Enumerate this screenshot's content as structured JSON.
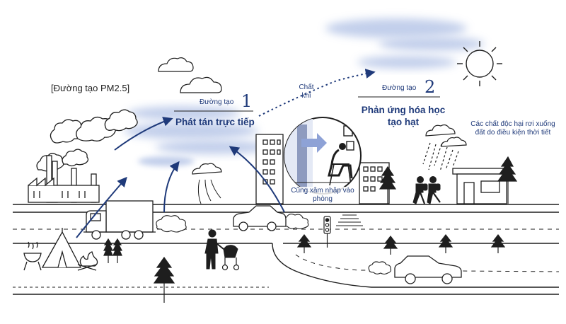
{
  "labels": {
    "bracket_title": "[Đường tạo PM2.5]",
    "route1_label": "Đường tạo",
    "route1_number": "1",
    "route1_title": "Phát tán trực tiếp",
    "route2_label": "Đường tạo",
    "route2_number": "2",
    "route2_title": "Phản ứng hóa học tạo hạt",
    "gas_label": "Chất khí",
    "indoor_label": "Cũng xâm nhập vào phòng",
    "deposit_label": "Các chất độc hại rơi xuống đất do điều kiện thời tiết"
  },
  "colors": {
    "navy": "#1f3a7a",
    "haze": "#b3c3e6",
    "line": "#1e1e1e"
  },
  "icons": [
    "sun-icon",
    "cloud-icon",
    "factory-icon",
    "truck-icon",
    "car-icon",
    "tent-icon",
    "campfire-icon",
    "grill-icon",
    "tree-icon",
    "traffic-light-icon",
    "person-with-stroller-icon",
    "woman-in-chair-icon",
    "children-walking-icon",
    "rain-icon",
    "building-icon",
    "house-icon"
  ]
}
